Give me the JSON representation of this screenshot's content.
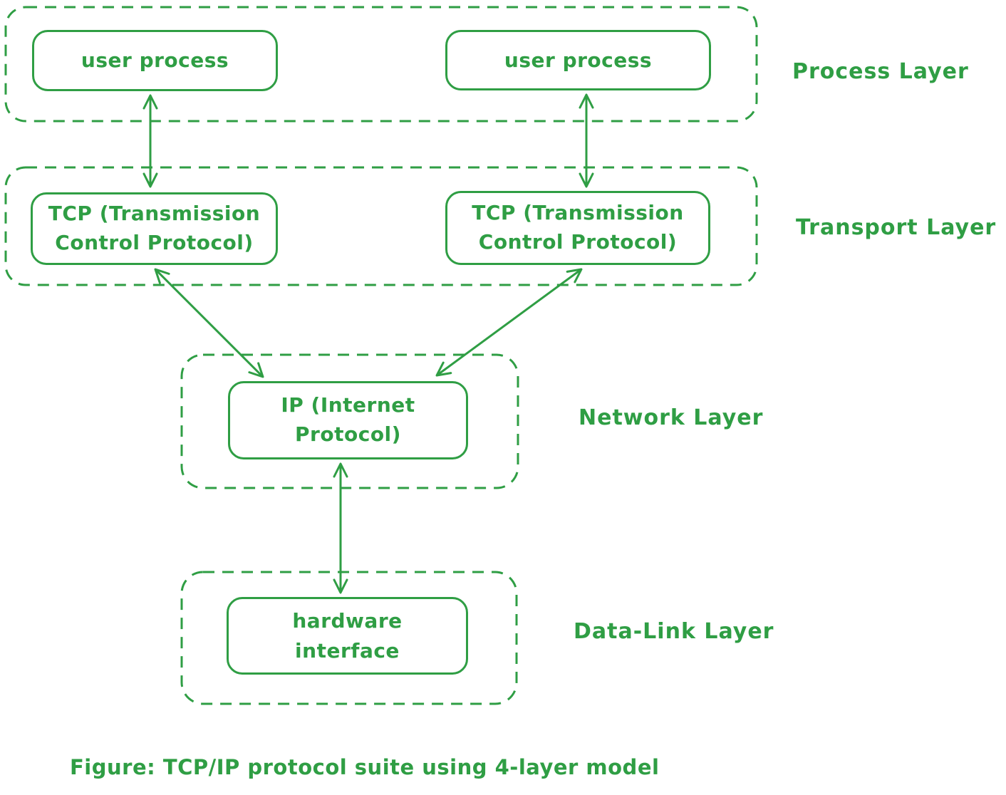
{
  "accent_color": "#2f9e44",
  "background_color": "#ffffff",
  "caption": "Figure: TCP/IP protocol suite using 4-layer model",
  "structure": {
    "layers": [
      {
        "label": "Process Layer",
        "nodes": [
          "user process",
          "user process"
        ]
      },
      {
        "label": "Transport Layer",
        "nodes": [
          "TCP (Transmission Control Protocol)",
          "TCP (Transmission Control Protocol)"
        ]
      },
      {
        "label": "Network Layer",
        "nodes": [
          "IP (Internet Protocol)"
        ]
      },
      {
        "label": "Data-Link Layer",
        "nodes": [
          "hardware interface"
        ]
      }
    ],
    "connections": [
      {
        "from": "user process (left)",
        "to": "TCP (Transmission Control Protocol) (left)",
        "bidirectional": true
      },
      {
        "from": "user process (right)",
        "to": "TCP (Transmission Control Protocol) (right)",
        "bidirectional": true
      },
      {
        "from": "TCP (Transmission Control Protocol) (left)",
        "to": "IP (Internet Protocol)",
        "bidirectional": true
      },
      {
        "from": "TCP (Transmission Control Protocol) (right)",
        "to": "IP (Internet Protocol)",
        "bidirectional": true
      },
      {
        "from": "IP (Internet Protocol)",
        "to": "hardware interface",
        "bidirectional": true
      }
    ]
  }
}
